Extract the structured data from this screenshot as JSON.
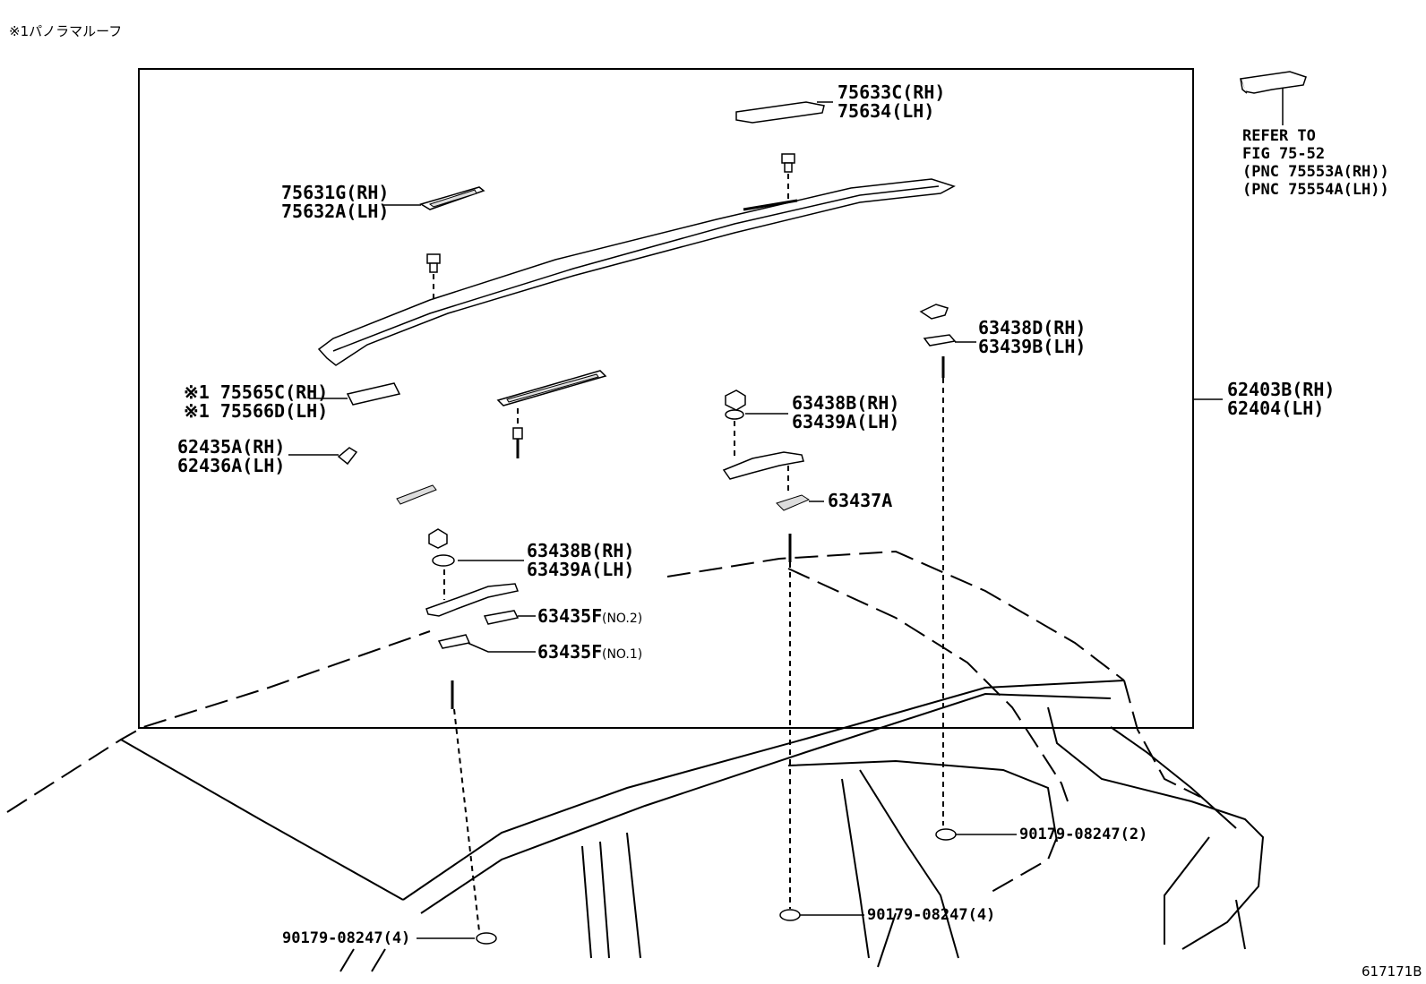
{
  "header": {
    "note": "※1パノラマルーフ"
  },
  "footer": {
    "figure_code": "617171B"
  },
  "refer_box": {
    "line1": "REFER TO",
    "line2": "FIG 75-52",
    "line3": "(PNC 75553A(RH))",
    "line4": "(PNC 75554A(LH))"
  },
  "labels": {
    "rack_cover_rear_rh": "75633C(RH)",
    "rack_cover_rear_lh": "75634(LH)",
    "rack_cover_front_rh": "75631G(RH)",
    "rack_cover_front_lh": "75632A(LH)",
    "pad_rh": "※1 75565C(RH)",
    "pad_lh": "※1 75566D(LH)",
    "clip_rh": "62435A(RH)",
    "clip_lh": "62436A(LH)",
    "rail_assy_rh": "62403B(RH)",
    "rail_assy_lh": "62404(LH)",
    "rear_bracket_rh": "63438D(RH)",
    "rear_bracket_lh": "63439B(LH)",
    "center_bracket_rh": "63438B(RH)",
    "center_bracket_lh": "63439A(LH)",
    "center_gasket": "63437A",
    "front_bracket_rh": "63438B(RH)",
    "front_bracket_lh": "63439A(LH)",
    "gasket_no2_code": "63435F",
    "gasket_no2_tag": "(NO.2)",
    "gasket_no1_code": "63435F",
    "gasket_no1_tag": "(NO.1)",
    "nut_rear": "90179-08247(2)",
    "nut_center": "90179-08247(4)",
    "nut_front": "90179-08247(4)"
  }
}
